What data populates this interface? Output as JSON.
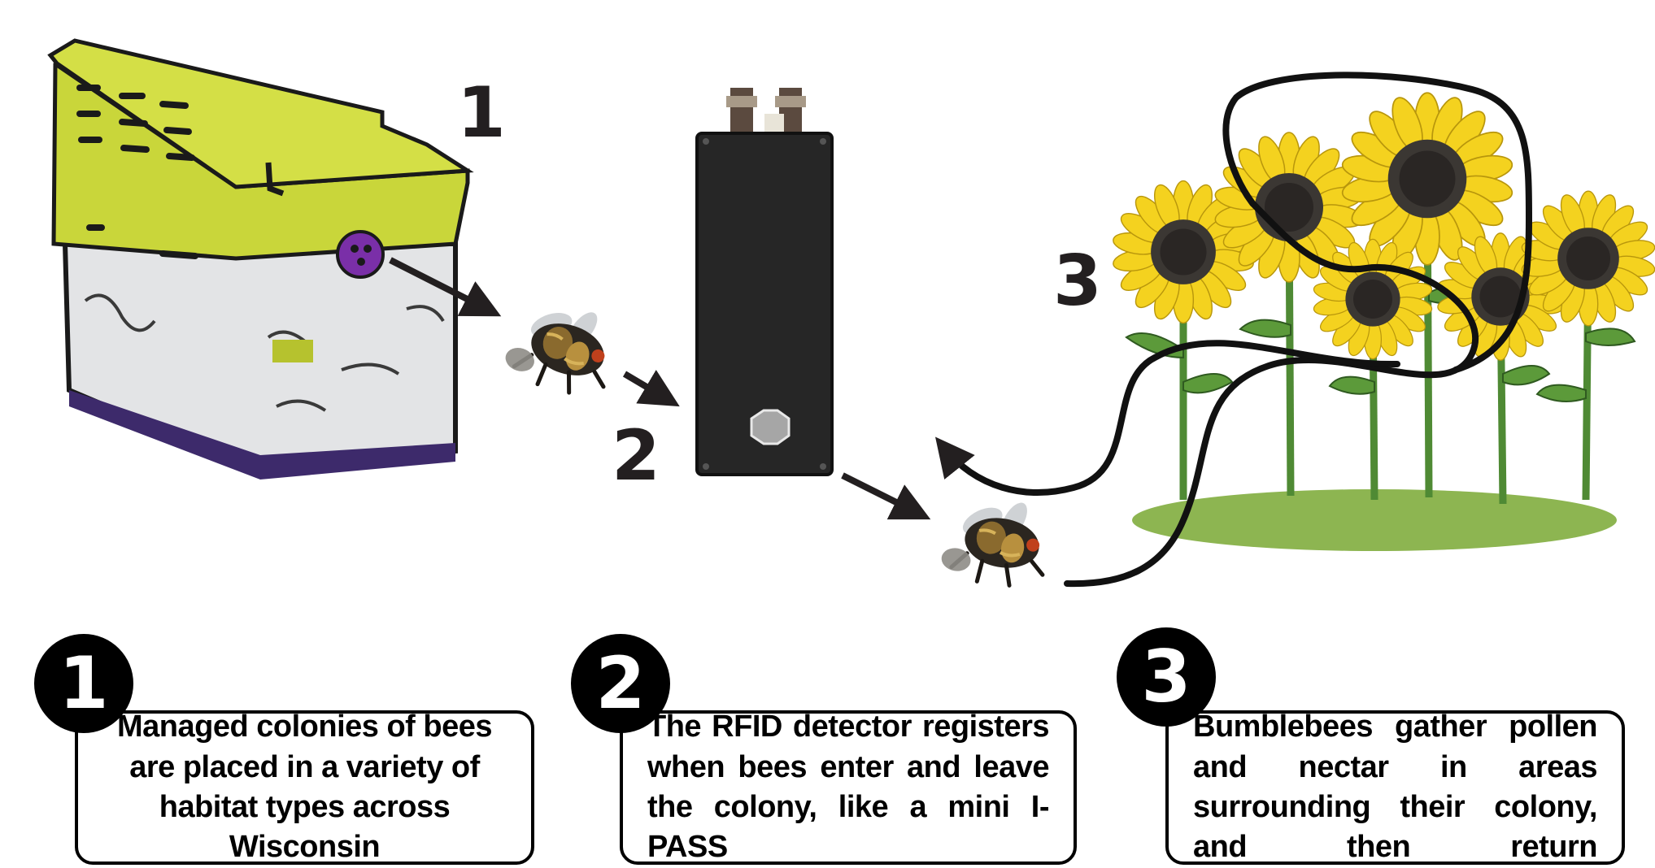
{
  "steps": [
    {
      "number": "1",
      "caption": "Managed colonies of bees are placed in a variety of habitat types across Wisconsin"
    },
    {
      "number": "2",
      "caption": "The RFID detector registers when bees enter and leave the colony, like a mini I-PASS"
    },
    {
      "number": "3",
      "caption": "Bumblebees gather pollen and nectar in areas surrounding their colony, and then return"
    }
  ],
  "colors": {
    "hive_lid": "#c9d63a",
    "hive_body": "#e3e4e6",
    "hive_trim": "#3d2a6b",
    "entrance": "#7a2fa8",
    "detector": "#262626",
    "sunflower_petal": "#f4d21f",
    "sunflower_center": "#3b3733",
    "stem": "#4f8a34",
    "ground": "#8db551",
    "ink": "#231f20"
  },
  "icons": [
    "hive-illustration",
    "bee-icon",
    "rfid-detector-icon",
    "sunflower-icon",
    "flight-path-line",
    "arrow-icon"
  ]
}
